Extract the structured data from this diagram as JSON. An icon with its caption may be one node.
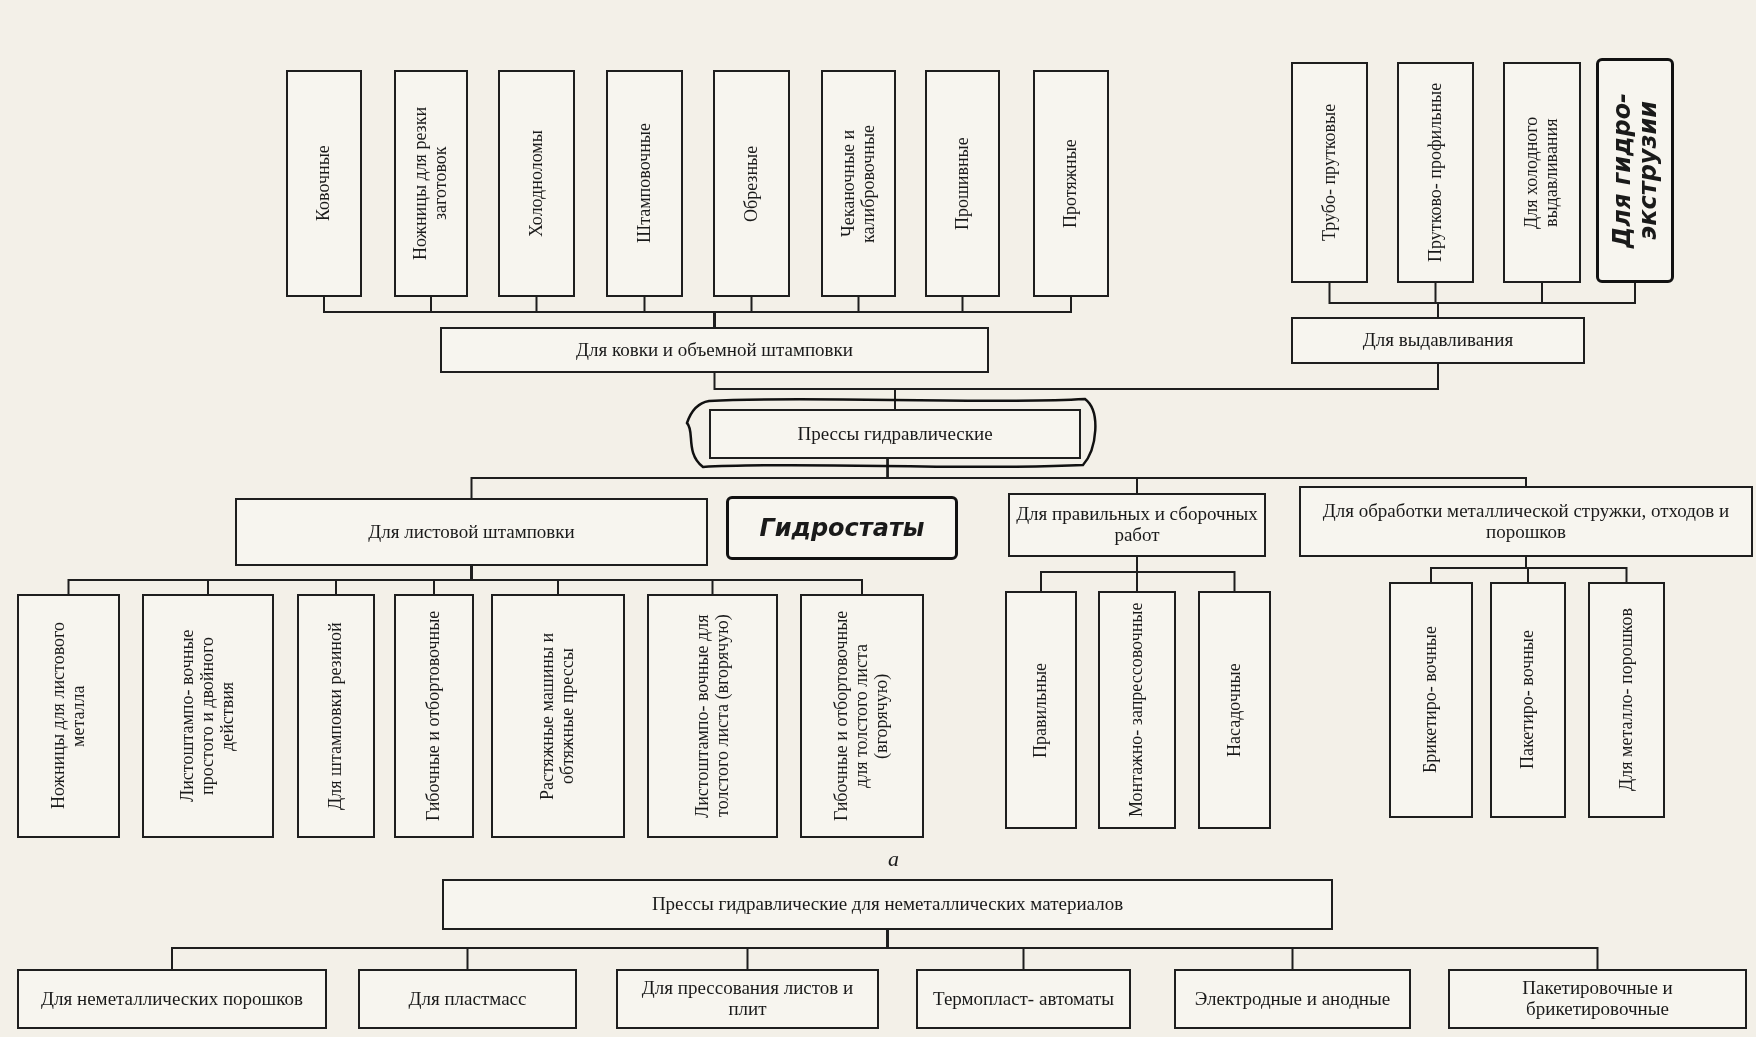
{
  "diagram": {
    "nodes": [
      {
        "text": [
          "Ковочные"
        ]
      },
      {
        "text": [
          "Ножницы для резки заготовок"
        ]
      },
      {
        "text": [
          "Холодноломы"
        ]
      },
      {
        "text": [
          "Штамповочные"
        ]
      },
      {
        "text": [
          "Обрезные"
        ]
      },
      {
        "text": [
          "Чеканочные и калибровочные"
        ]
      },
      {
        "text": [
          "Прошивные"
        ]
      },
      {
        "text": [
          "Протяжные"
        ]
      },
      {
        "text": [
          "Для ковки и объемной штамповки"
        ]
      },
      {
        "text": [
          "Трубо- прутковые"
        ]
      },
      {
        "text": [
          "Прутково- профильные"
        ]
      },
      {
        "text": [
          "Для холодного выдавливания"
        ]
      },
      {
        "text": [
          "Для гидро- экструзии"
        ]
      },
      {
        "text": [
          "Для выдавливания"
        ]
      },
      {
        "text": [
          "Прессы гидравлические"
        ]
      },
      {
        "text": [
          "Для листовой штамповки"
        ]
      },
      {
        "text": [
          "Гидростаты"
        ]
      },
      {
        "text": [
          "Для правильных и сборочных работ"
        ]
      },
      {
        "text": [
          "Для обработки металлической стружки, отходов и порошков"
        ]
      },
      {
        "text": [
          "Ножницы для листового металла"
        ]
      },
      {
        "text": [
          "Листоштампо- вочные простого и двойного действия"
        ]
      },
      {
        "text": [
          "Для штамповки резиной"
        ]
      },
      {
        "text": [
          "Гибочные и отбортовочные"
        ]
      },
      {
        "text": [
          "Растяжные машины и обтяжные прессы"
        ]
      },
      {
        "text": [
          "Листоштампо- вочные для толстого листа (вгорячую)"
        ]
      },
      {
        "text": [
          "Гибочные и отбортовочные для толстого листа (вгорячую)"
        ]
      },
      {
        "text": [
          "Правильные"
        ]
      },
      {
        "text": [
          "Монтажно- запрессовочные"
        ]
      },
      {
        "text": [
          "Насадочные"
        ]
      },
      {
        "text": [
          "Брикетиро- вочные"
        ]
      },
      {
        "text": [
          "Пакетиро- вочные"
        ]
      },
      {
        "text": [
          "Для металло- порошков"
        ]
      },
      {
        "text": [
          "Прессы гидравлические для неметаллических материалов"
        ]
      },
      {
        "text": [
          "Для неметаллических порошков"
        ]
      },
      {
        "text": [
          "Для пластмасс"
        ]
      },
      {
        "text": [
          "Для прессования листов и плит"
        ]
      },
      {
        "text": [
          "Термопласт- автоматы"
        ]
      },
      {
        "text": [
          "Электродные и анодные"
        ]
      },
      {
        "text": [
          "Пакетировочные и брикетировочные"
        ]
      }
    ],
    "edges": [
      {
        "from": 8,
        "to": 0,
        "arrow": "none"
      },
      {
        "from": 8,
        "to": 1,
        "arrow": "none"
      },
      {
        "from": 8,
        "to": 2,
        "arrow": "none"
      },
      {
        "from": 8,
        "to": 3,
        "arrow": "none"
      },
      {
        "from": 8,
        "to": 4,
        "arrow": "none"
      },
      {
        "from": 8,
        "to": 5,
        "arrow": "none"
      },
      {
        "from": 8,
        "to": 6,
        "arrow": "none"
      },
      {
        "from": 8,
        "to": 7,
        "arrow": "none"
      },
      {
        "from": 13,
        "to": 9,
        "arrow": "none"
      },
      {
        "from": 13,
        "to": 10,
        "arrow": "none"
      },
      {
        "from": 13,
        "to": 11,
        "arrow": "none"
      },
      {
        "from": 13,
        "to": 12,
        "arrow": "none"
      },
      {
        "from": 14,
        "to": 8,
        "arrow": "none"
      },
      {
        "from": 14,
        "to": 13,
        "arrow": "none"
      },
      {
        "from": 14,
        "to": 15,
        "arrow": "none"
      },
      {
        "from": 14,
        "to": 17,
        "arrow": "none"
      },
      {
        "from": 14,
        "to": 18,
        "arrow": "none"
      },
      {
        "from": 15,
        "to": 19,
        "arrow": "none"
      },
      {
        "from": 15,
        "to": 20,
        "arrow": "none"
      },
      {
        "from": 15,
        "to": 21,
        "arrow": "none"
      },
      {
        "from": 15,
        "to": 22,
        "arrow": "none"
      },
      {
        "from": 15,
        "to": 23,
        "arrow": "none"
      },
      {
        "from": 15,
        "to": 24,
        "arrow": "none"
      },
      {
        "from": 15,
        "to": 25,
        "arrow": "none"
      },
      {
        "from": 17,
        "to": 26,
        "arrow": "none"
      },
      {
        "from": 17,
        "to": 27,
        "arrow": "none"
      },
      {
        "from": 17,
        "to": 28,
        "arrow": "none"
      },
      {
        "from": 18,
        "to": 29,
        "arrow": "none"
      },
      {
        "from": 18,
        "to": 30,
        "arrow": "none"
      },
      {
        "from": 18,
        "to": 31,
        "arrow": "none"
      },
      {
        "from": 32,
        "to": 33,
        "arrow": "none"
      },
      {
        "from": 32,
        "to": 34,
        "arrow": "none"
      },
      {
        "from": 32,
        "to": 35,
        "arrow": "none"
      },
      {
        "from": 32,
        "to": 36,
        "arrow": "none"
      },
      {
        "from": 32,
        "to": 37,
        "arrow": "none"
      },
      {
        "from": 32,
        "to": 38,
        "arrow": "none"
      }
    ],
    "labels": [
      "а"
    ]
  }
}
